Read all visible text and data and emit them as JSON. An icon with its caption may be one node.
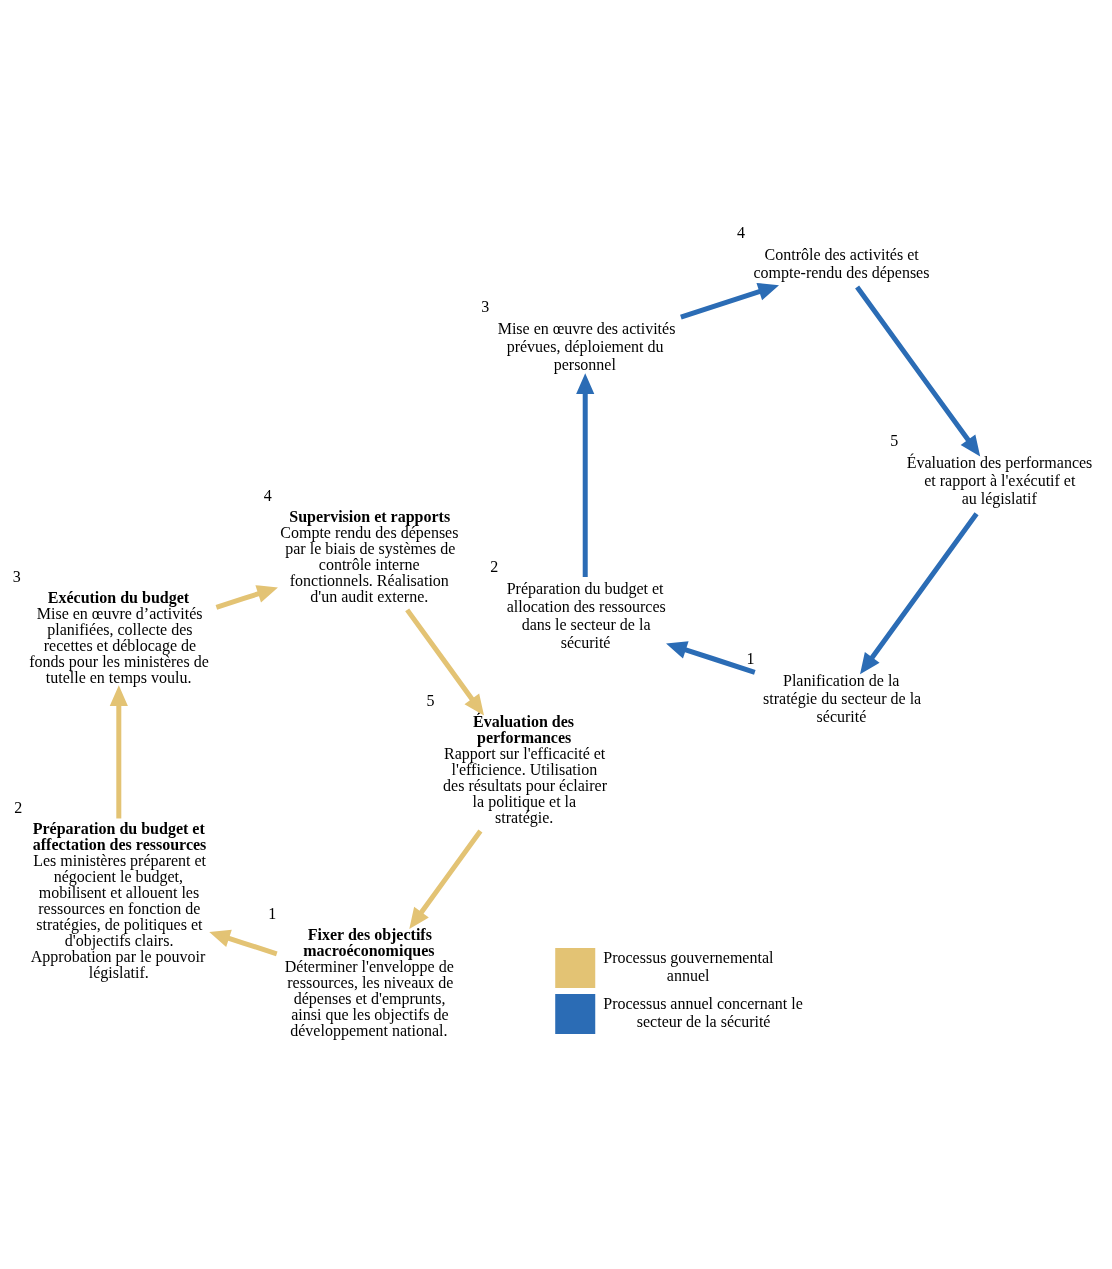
{
  "diagram": {
    "nodes": [
      {
        "text": [
          "Fixer des objectifs macroéconomiques",
          "Déterminer l'enveloppe de ressources, les niveaux de dépenses et d'emprunts, ainsi que les objectifs de développement national."
        ],
        "beside": [
          "1"
        ]
      },
      {
        "text": [
          "Préparation du budget et affectation des ressources",
          "Les ministères préparent et négocient le budget, mobilisent et allouent les ressources en fonction de stratégies, de politiques et d'objectifs clairs. Approbation par le pouvoir législatif."
        ],
        "beside": [
          "2"
        ]
      },
      {
        "text": [
          "Exécution du budget",
          "Mise en œuvre d’activités planifiées, collecte des recettes et déblocage de fonds pour les ministères de tutelle en temps voulu."
        ],
        "beside": [
          "3"
        ]
      },
      {
        "text": [
          "Supervision et rapports",
          "Compte rendu des dépenses par le biais de systèmes de contrôle interne fonctionnels. Réalisation d'un audit externe."
        ],
        "beside": [
          "4"
        ]
      },
      {
        "text": [
          "Évaluation des performances",
          "Rapport sur l'efficacité et l'efficience. Utilisation des résultats pour éclairer la politique et la stratégie."
        ],
        "beside": [
          "5"
        ]
      },
      {
        "text": [
          "Planification de la stratégie du secteur de la sécurité"
        ],
        "beside": [
          "1"
        ]
      },
      {
        "text": [
          "Préparation du budget et allocation des ressources dans le secteur de la sécurité"
        ],
        "beside": [
          "2"
        ]
      },
      {
        "text": [
          "Mise en œuvre des activités prévues, déploiement du personnel"
        ],
        "beside": [
          "3"
        ]
      },
      {
        "text": [
          "Contrôle des activités et compte-rendu des dépenses"
        ],
        "beside": [
          "4"
        ]
      },
      {
        "text": [
          "Évaluation des performances et rapport à l'exécutif et au législatif"
        ],
        "beside": [
          "5"
        ]
      }
    ],
    "edges": [
      {
        "from": 0,
        "to": 1,
        "arrow": "to",
        "color": "#e3c374"
      },
      {
        "from": 1,
        "to": 2,
        "arrow": "to",
        "color": "#e3c374"
      },
      {
        "from": 2,
        "to": 3,
        "arrow": "to",
        "color": "#e3c374"
      },
      {
        "from": 3,
        "to": 4,
        "arrow": "to",
        "color": "#e3c374"
      },
      {
        "from": 4,
        "to": 0,
        "arrow": "to",
        "color": "#e3c374"
      },
      {
        "from": 5,
        "to": 6,
        "arrow": "to",
        "color": "#2b6cb5"
      },
      {
        "from": 6,
        "to": 7,
        "arrow": "to",
        "color": "#2b6cb5"
      },
      {
        "from": 7,
        "to": 8,
        "arrow": "to",
        "color": "#2b6cb5"
      },
      {
        "from": 8,
        "to": 9,
        "arrow": "to",
        "color": "#2b6cb5"
      },
      {
        "from": 9,
        "to": 5,
        "arrow": "to",
        "color": "#2b6cb5"
      }
    ],
    "legend": [
      {
        "text": "Processus gouvernemental annuel",
        "color": "#e3c374"
      },
      {
        "text": "Processus annuel concernant le secteur de la sécurité",
        "color": "#2b6cb5"
      }
    ]
  }
}
